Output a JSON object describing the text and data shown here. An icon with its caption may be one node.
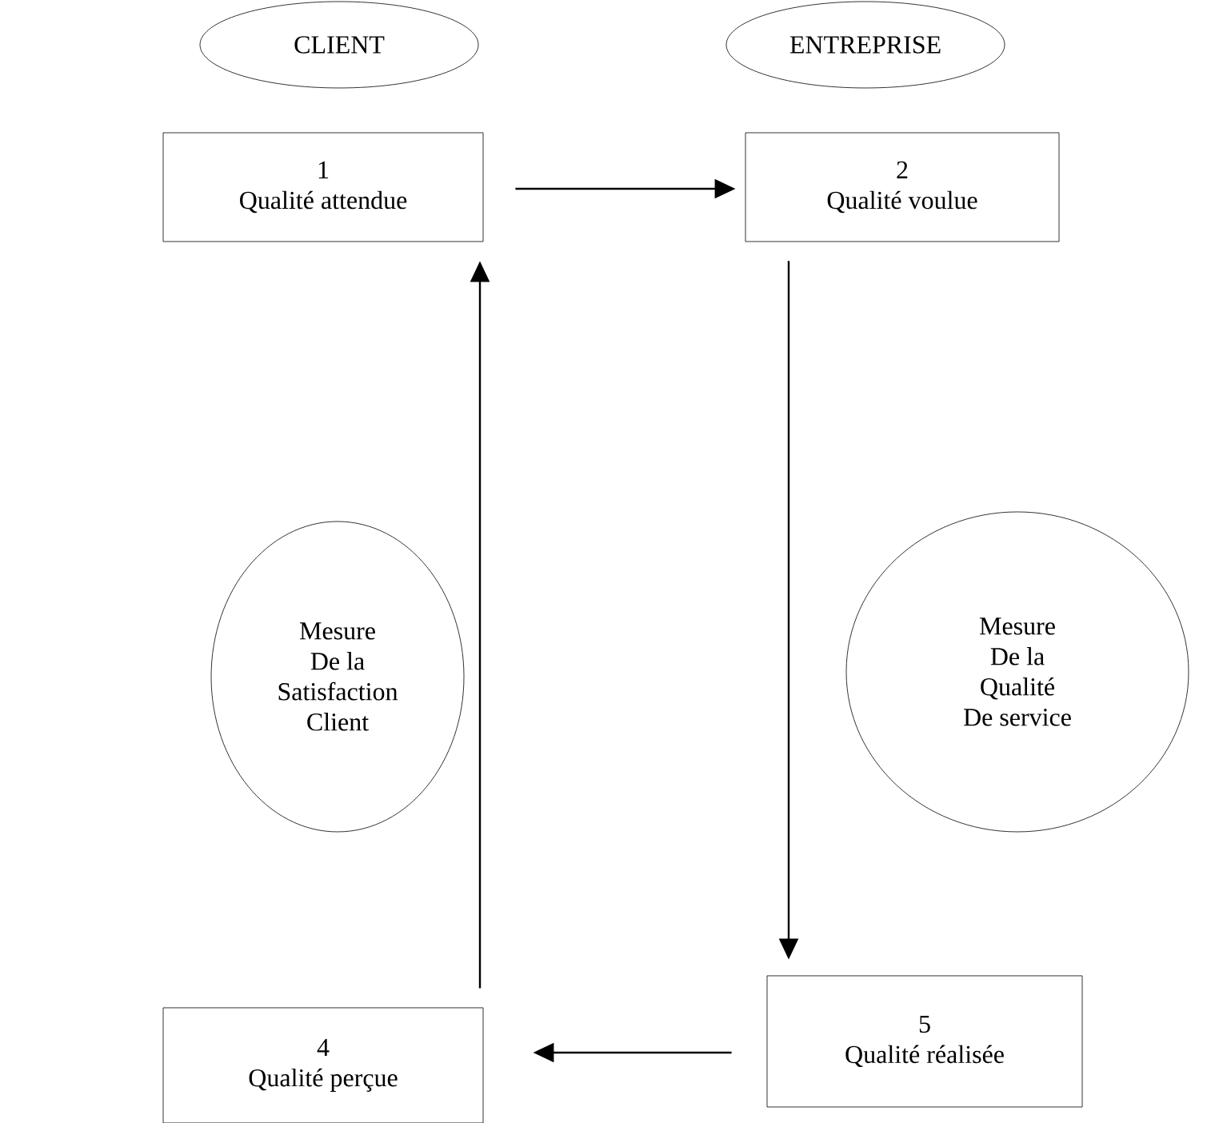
{
  "diagram": {
    "nodes": [
      {
        "text": [
          "CLIENT"
        ]
      },
      {
        "text": [
          "ENTREPRISE"
        ]
      },
      {
        "text": [
          "1",
          "Qualité attendue"
        ]
      },
      {
        "text": [
          "2",
          "Qualité voulue"
        ]
      },
      {
        "text": [
          "Mesure De la Satisfaction Client"
        ]
      },
      {
        "text": [
          "Mesure De la Qualité De service"
        ]
      },
      {
        "text": [
          "4",
          "Qualité perçue"
        ]
      },
      {
        "text": [
          "5",
          "Qualité réalisée"
        ]
      }
    ],
    "edges": [
      {
        "from": 2,
        "to": 3,
        "arrow": "to"
      },
      {
        "from": 3,
        "to": 7,
        "arrow": "to"
      },
      {
        "from": 7,
        "to": 6,
        "arrow": "to"
      },
      {
        "from": 6,
        "to": 2,
        "arrow": "to"
      }
    ]
  }
}
